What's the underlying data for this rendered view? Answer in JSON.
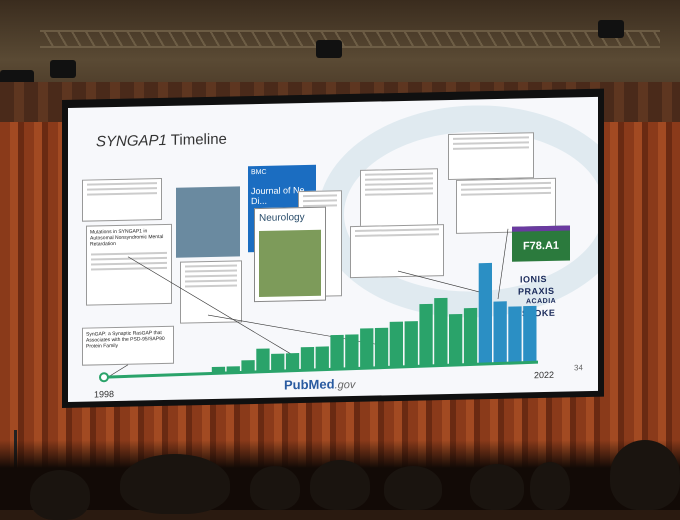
{
  "slide": {
    "title_italic": "SYNGAP1",
    "title_rest": " Timeline",
    "start_year": "1998",
    "end_year": "2022",
    "page_number": "34",
    "pubmed_main": "PubMed",
    "pubmed_suffix": ".gov",
    "icd_code": "F78.A1",
    "journal_label": "BMC",
    "journal_title": "Journal of Ne... Di...",
    "neurology_title": "Neurology",
    "sponsors": [
      "IONIS",
      "PRAXIS",
      "ACADIA",
      "STOKE"
    ],
    "first_paper": "SynGAP: a Synaptic RasGAP that Associates with the PSD-95/SAP90 Protein Family",
    "second_paper": "Mutations in SYNGAP1 in Autosomal Nonsyndromic Mental Retardation"
  },
  "chart_data": {
    "type": "bar",
    "x_range": [
      "1998",
      "2022"
    ],
    "values": [
      0,
      0,
      0,
      0,
      0,
      0,
      0,
      1,
      1,
      2,
      4,
      3,
      3,
      4,
      4,
      6,
      6,
      7,
      7,
      8,
      8,
      11,
      12,
      9,
      10,
      18,
      11,
      10,
      10
    ],
    "colors": {
      "primary": "#2aa36a",
      "highlight": "#2b8fc4"
    }
  }
}
